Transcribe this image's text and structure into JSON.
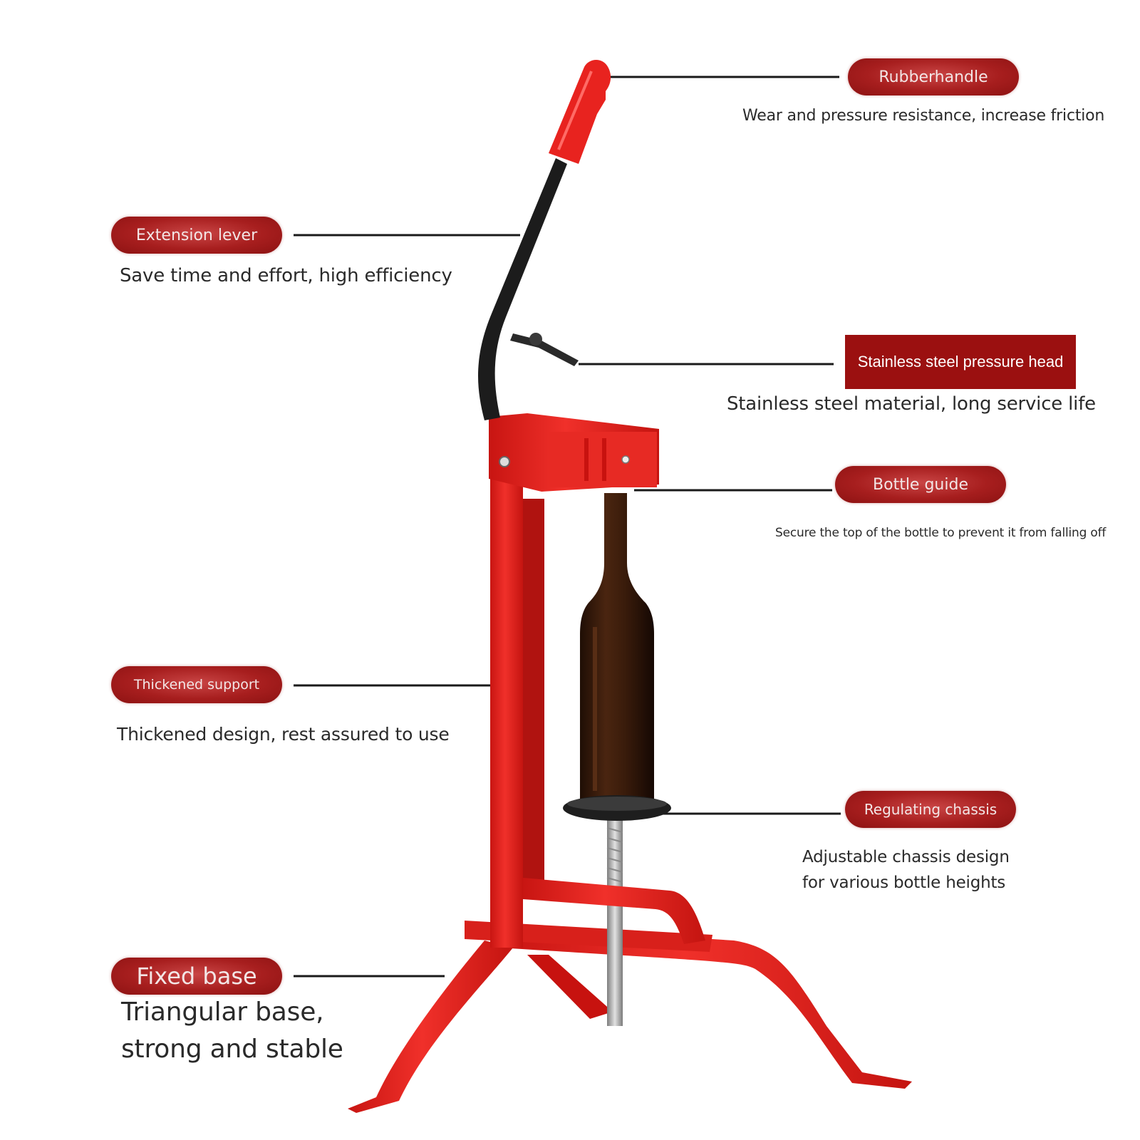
{
  "callouts": {
    "rubber_handle": {
      "label": "Rubberhandle",
      "description": "Wear and pressure resistance, increase friction"
    },
    "extension_lever": {
      "label": "Extension lever",
      "description": "Save time and effort, high efficiency"
    },
    "pressure_head": {
      "label": "Stainless steel pressure head",
      "description": "Stainless steel material, long service life"
    },
    "bottle_guide": {
      "label": "Bottle guide",
      "description": "Secure the top of the bottle to prevent it from falling off"
    },
    "thickened_support": {
      "label": "Thickened support",
      "description": "Thickened design, rest assured to use"
    },
    "regulating_chassis": {
      "label": "Regulating chassis",
      "description_line1": "Adjustable chassis design",
      "description_line2": "for various bottle heights"
    },
    "fixed_base": {
      "label": "Fixed base",
      "description_line1": "Triangular base,",
      "description_line2": "strong and stable"
    }
  },
  "colors": {
    "frame_red": "#e8231f",
    "label_red": "#a71e1e",
    "bottle_brown": "#3a1d0c",
    "lever_black": "#1c1c1c"
  }
}
